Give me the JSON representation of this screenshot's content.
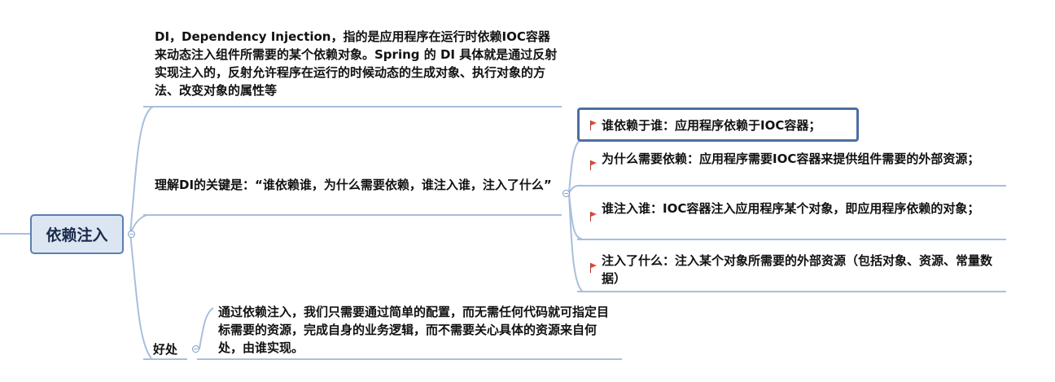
{
  "root": {
    "label": "依赖注入"
  },
  "branches": {
    "definition": "DI，Dependency Injection，指的是应用程序在运行时依赖IOC容器来动态注入组件所需要的某个依赖对象。Spring 的 DI 具体就是通过反射实现注入的，反射允许程序在运行的时候动态的生成对象、执行对象的方法、改变对象的属性等",
    "key_point": {
      "label": "理解DI的关键是：“谁依赖谁，为什么需要依赖，谁注入谁，注入了什么”",
      "children": [
        "谁依赖于谁：应用程序依赖于IOC容器；",
        "为什么需要依赖：应用程序需要IOC容器来提供组件需要的外部资源；",
        "谁注入谁：IOC容器注入应用程序某个对象，即应用程序依赖的对象；",
        "注入了什么：注入某个对象所需要的外部资源（包括对象、资源、常量数据）"
      ]
    },
    "benefit": {
      "label": "好处",
      "detail": "通过依赖注入，我们只需要通过简单的配置，而无需任何代码就可指定目标需要的资源，完成自身的业务逻辑，而不需要关心具体的资源来自何处，由谁实现。"
    }
  },
  "colors": {
    "connector": "#a8bfdc",
    "root_fill": "#dce6f3",
    "root_border": "#5b7fb0",
    "selection": "#4c6fa3",
    "flag": "#e04a3b"
  },
  "icons": {
    "collapse": "collapse-circle-icon",
    "marker": "red-flag-icon"
  }
}
